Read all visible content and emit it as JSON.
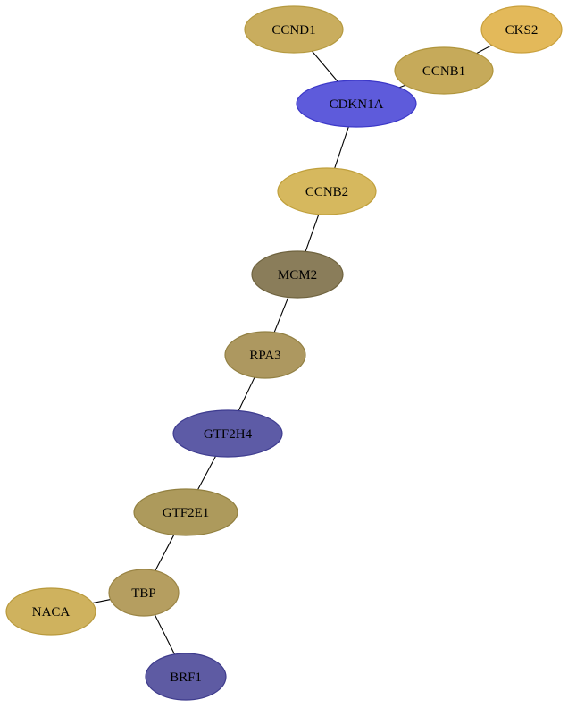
{
  "graph": {
    "nodes": [
      {
        "id": "CCND1",
        "label": "CCND1",
        "fill": "#c9ad5e",
        "stroke": "#b59a40"
      },
      {
        "id": "CKS2",
        "label": "CKS2",
        "fill": "#e3b95a",
        "stroke": "#c9a03c"
      },
      {
        "id": "CCNB1",
        "label": "CCNB1",
        "fill": "#c6aa5a",
        "stroke": "#b0953c"
      },
      {
        "id": "CDKN1A",
        "label": "CDKN1A",
        "fill": "#5e5bdb",
        "stroke": "#3c38c8"
      },
      {
        "id": "CCNB2",
        "label": "CCNB2",
        "fill": "#d6b85e",
        "stroke": "#c0a03c"
      },
      {
        "id": "MCM2",
        "label": "MCM2",
        "fill": "#8a7d5a",
        "stroke": "#6f633f"
      },
      {
        "id": "RPA3",
        "label": "RPA3",
        "fill": "#ad9860",
        "stroke": "#928043"
      },
      {
        "id": "GTF2H4",
        "label": "GTF2H4",
        "fill": "#5d5ba6",
        "stroke": "#3e3c90"
      },
      {
        "id": "GTF2E1",
        "label": "GTF2E1",
        "fill": "#ad9a5c",
        "stroke": "#928040"
      },
      {
        "id": "TBP",
        "label": "TBP",
        "fill": "#b59e60",
        "stroke": "#9a8444"
      },
      {
        "id": "NACA",
        "label": "NACA",
        "fill": "#cfb25e",
        "stroke": "#b8993c"
      },
      {
        "id": "BRF1",
        "label": "BRF1",
        "fill": "#5e5ba3",
        "stroke": "#3e3b8c"
      }
    ],
    "edges": [
      {
        "source": "CCND1",
        "target": "CDKN1A"
      },
      {
        "source": "CKS2",
        "target": "CCNB1"
      },
      {
        "source": "CCNB1",
        "target": "CDKN1A"
      },
      {
        "source": "CDKN1A",
        "target": "CCNB2"
      },
      {
        "source": "CCNB2",
        "target": "MCM2"
      },
      {
        "source": "MCM2",
        "target": "RPA3"
      },
      {
        "source": "RPA3",
        "target": "GTF2H4"
      },
      {
        "source": "GTF2H4",
        "target": "GTF2E1"
      },
      {
        "source": "GTF2E1",
        "target": "TBP"
      },
      {
        "source": "TBP",
        "target": "NACA"
      },
      {
        "source": "TBP",
        "target": "BRF1"
      }
    ]
  }
}
